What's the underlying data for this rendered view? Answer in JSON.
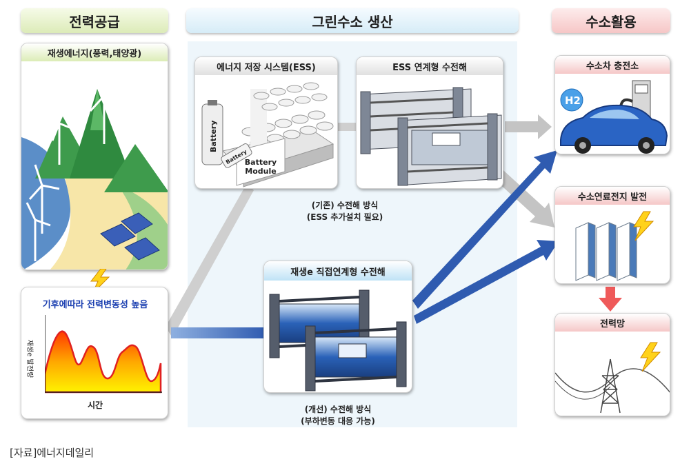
{
  "headers": {
    "supply": "전력공급",
    "production": "그린수소 생산",
    "utilization": "수소활용"
  },
  "renewable": {
    "title": "재생에너지(풍력,태양광)"
  },
  "volatility": {
    "title": "기후에따라 전력변동성 높음",
    "ylabel": "재생e 발전량",
    "xlabel": "시간"
  },
  "ess": {
    "title": "에너지 저장 시스템(ESS)",
    "battery_label": "Battery",
    "battery_small_label": "Battery",
    "module_label": "Battery Module"
  },
  "ess_electrolysis": {
    "title": "ESS 연계형 수전해"
  },
  "existing_method": {
    "line1": "(기존) 수전해 방식",
    "line2": "(ESS 추가설치 필요)"
  },
  "direct_electrolysis": {
    "title": "재생e 직접연계형 수전해"
  },
  "improved_method": {
    "line1": "(개선) 수전해 방식",
    "line2": "(부하변동 대응 가능)"
  },
  "fuel_station": {
    "title": "수소차 충전소",
    "h2_label": "H2"
  },
  "fuel_cell": {
    "title": "수소연료전지 발전"
  },
  "grid": {
    "title": "전력망"
  },
  "source": "[자료]에너지데일리",
  "colors": {
    "blue_arrow": "#2f5bb0",
    "gray_arrow": "#bdbdbd",
    "pink_arrow": "#ef5a5a"
  }
}
